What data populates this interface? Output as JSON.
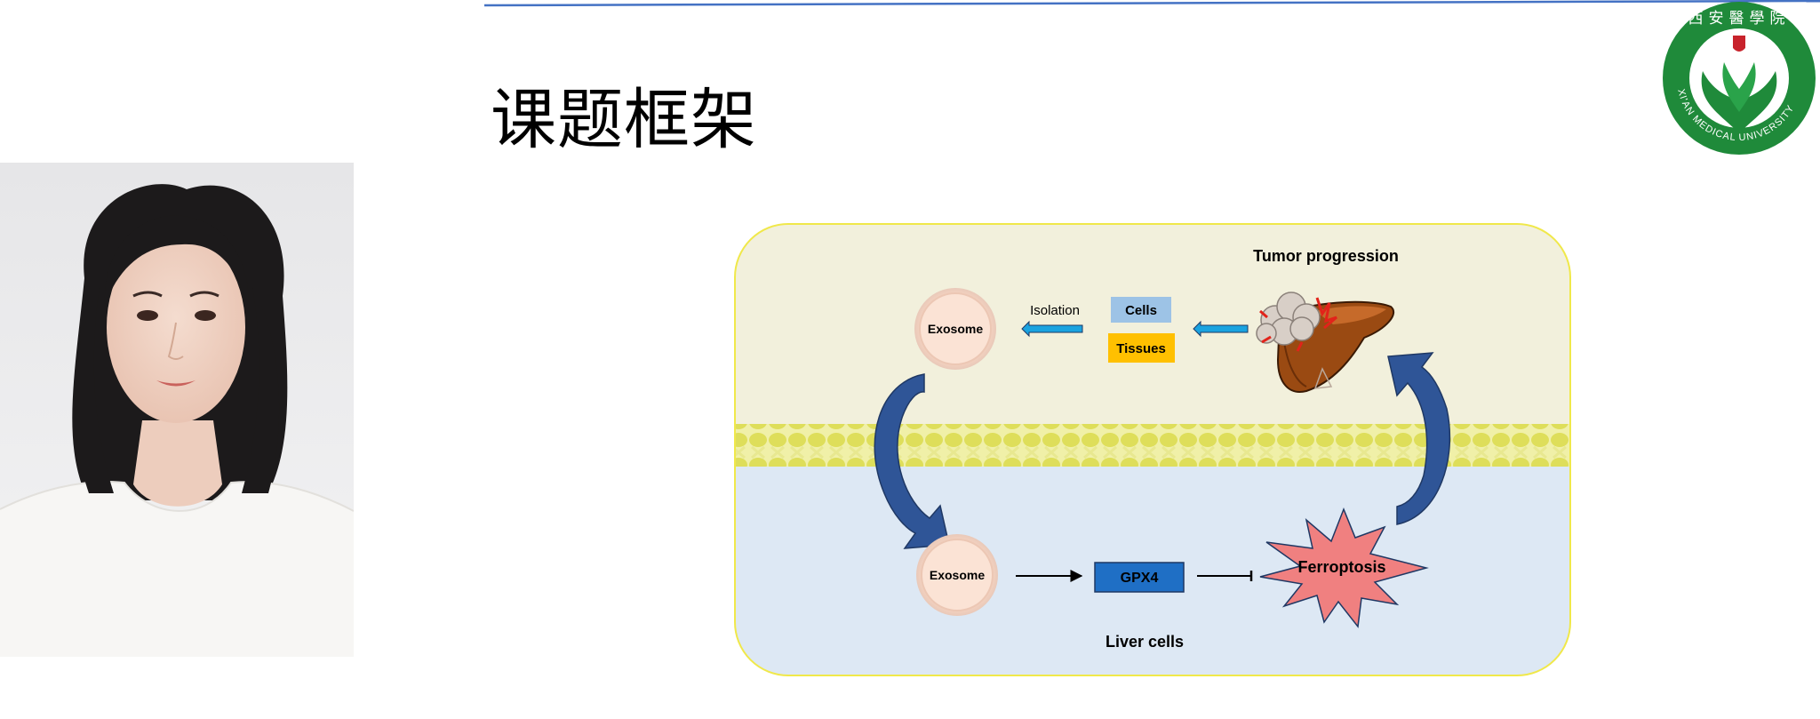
{
  "slide": {
    "title": "课题框架"
  },
  "logo": {
    "top_text": "西安醫學院",
    "ring_text": "XI'AN MEDICAL UNIVERSITY",
    "brand_color": "#1f8a3a"
  },
  "diagram": {
    "tumor_progression": "Tumor progression",
    "exosome_top": "Exosome",
    "isolation": "Isolation",
    "cells": "Cells",
    "tissues": "Tissues",
    "exosome_bottom": "Exosome",
    "gpx4": "GPX4",
    "ferroptosis": "Ferroptosis",
    "liver_cells": "Liver cells",
    "colors": {
      "top_region": "#f2f0dc",
      "bottom_region": "#dde8f4",
      "membrane": "#e3e36a",
      "cells_box": "#9dc3e6",
      "tissues_box": "#ffc000",
      "gpx4_box": "#1f6fc5",
      "ferroptosis_burst": "#f08080",
      "cycle_arrows": "#2f5597"
    }
  }
}
